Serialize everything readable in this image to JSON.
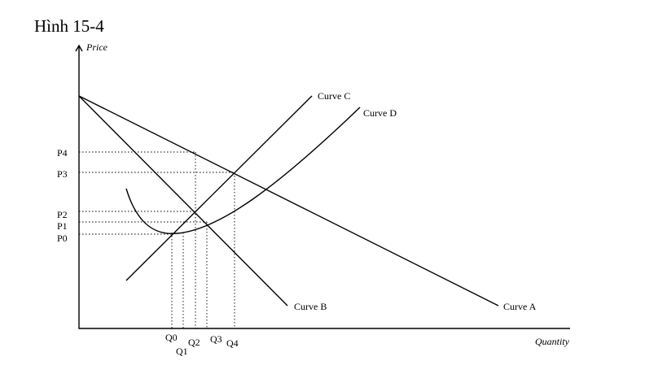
{
  "title": "Hình 15-4",
  "axes": {
    "y_label": "Price",
    "x_label": "Quantity"
  },
  "price_ticks": [
    "P4",
    "P3",
    "P2",
    "P1",
    "P0"
  ],
  "quantity_ticks": [
    "Q0",
    "Q1",
    "Q2",
    "Q3",
    "Q4"
  ],
  "curves": {
    "a": "Curve A",
    "b": "Curve B",
    "c": "Curve C",
    "d": "Curve D"
  }
}
